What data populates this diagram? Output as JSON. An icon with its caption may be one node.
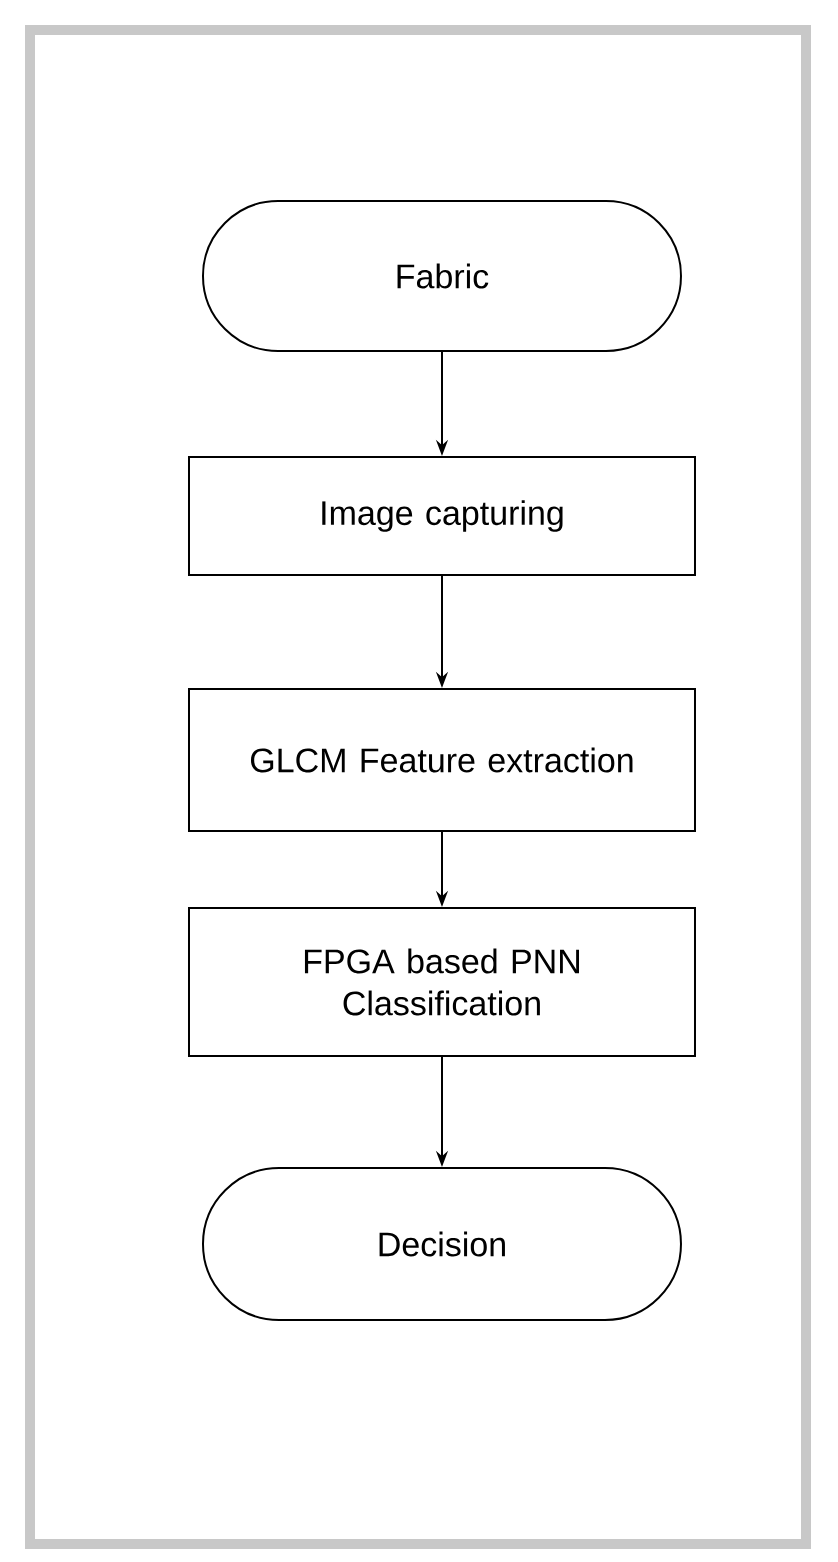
{
  "diagram": {
    "nodes": [
      {
        "text": [
          "Fabric"
        ]
      },
      {
        "text": [
          "Image capturing"
        ]
      },
      {
        "text": [
          "GLCM Feature extraction"
        ]
      },
      {
        "text": [
          "FPGA based PNN Classification"
        ]
      },
      {
        "text": [
          "Decision"
        ]
      }
    ],
    "edges": [
      {
        "from": 0,
        "to": 1,
        "arrow": "to"
      },
      {
        "from": 1,
        "to": 2,
        "arrow": "to"
      },
      {
        "from": 2,
        "to": 3,
        "arrow": "to"
      },
      {
        "from": 3,
        "to": 4,
        "arrow": "to"
      }
    ]
  }
}
